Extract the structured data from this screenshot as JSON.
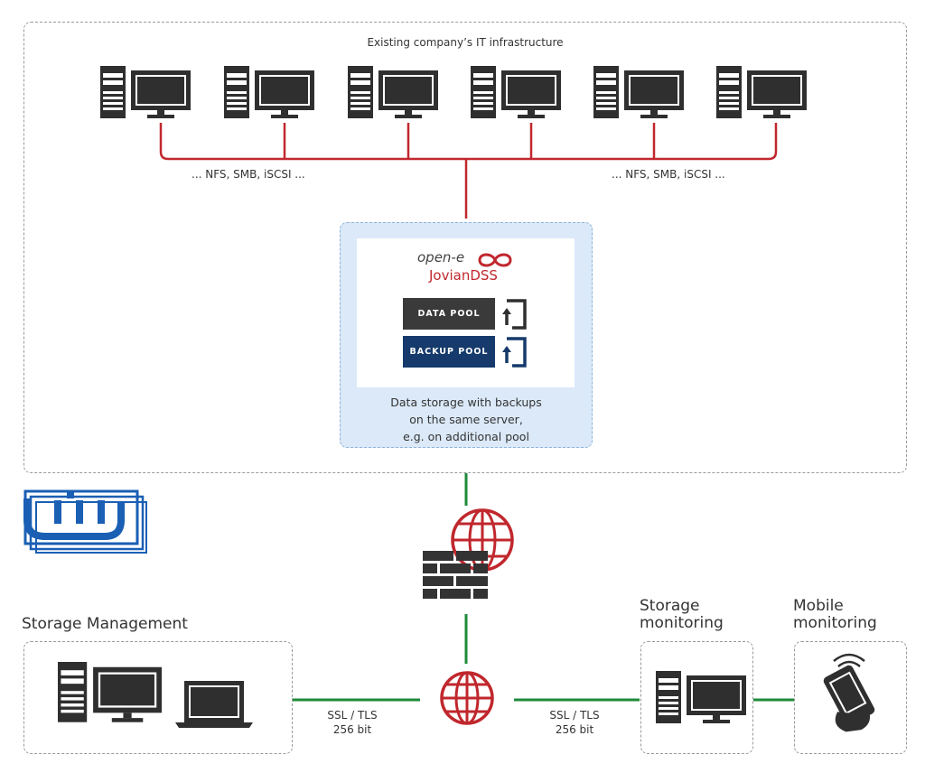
{
  "infrastructure": {
    "title": "Existing company’s IT infrastructure",
    "protocols_left": "... NFS, SMB, iSCSI ...",
    "protocols_right": "... NFS, SMB, iSCSI ..."
  },
  "appliance": {
    "brand_line1": "open-e",
    "brand_line2": "JovianDSS",
    "data_pool": "DATA POOL",
    "backup_pool": "BACKUP POOL",
    "caption_line1": "Data storage with backups",
    "caption_line2": "on the same server,",
    "caption_line3": "e.g. on additional pool"
  },
  "management": {
    "title": "Storage Management",
    "link_label_line1": "SSL / TLS",
    "link_label_line2": "256 bit"
  },
  "storage_monitoring": {
    "title_line1": "Storage",
    "title_line2": "monitoring",
    "link_label_line1": "SSL / TLS",
    "link_label_line2": "256 bit"
  },
  "mobile_monitoring": {
    "title_line1": "Mobile",
    "title_line2": "monitoring"
  },
  "colors": {
    "red_link": "#c0272d",
    "green_link": "#1e8a3a",
    "device": "#2f2f2f",
    "data_pool": "#3a3a3a",
    "backup_pool": "#153a6b",
    "appliance_bg": "#dbe9f8",
    "watermark": "#1a5fb4"
  },
  "icons": [
    "server-icon",
    "monitor-icon",
    "laptop-icon",
    "globe-icon",
    "firewall-icon",
    "mobile-phone-icon",
    "sync-icon",
    "watermark-logo"
  ]
}
